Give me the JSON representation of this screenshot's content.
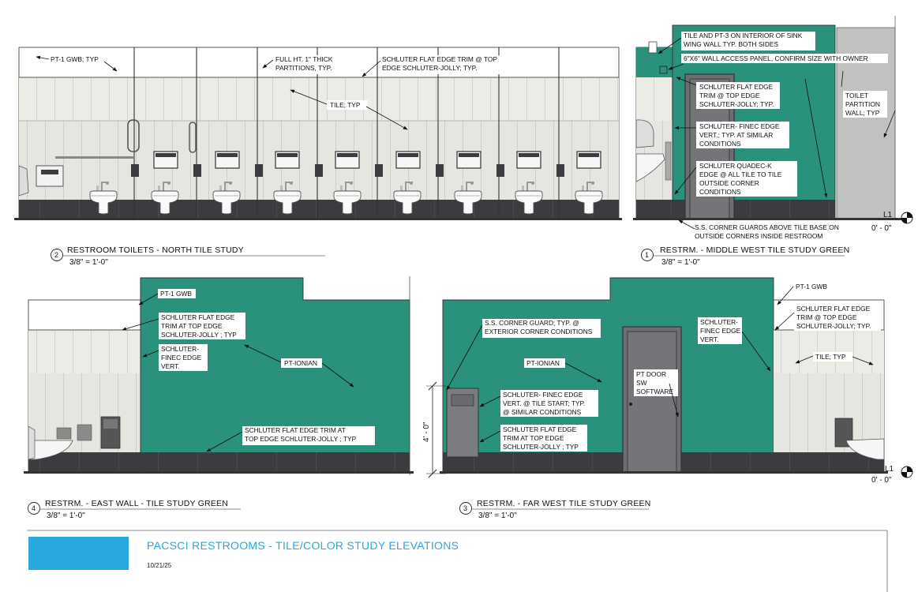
{
  "colors": {
    "green": "#2a917c",
    "tile": "#ecebe6",
    "base": "#3b3c40",
    "grout": "#a5a5a0",
    "accent": "#2aa7dc"
  },
  "views": {
    "v2": {
      "number": "2",
      "title": "RESTROOM  TOILETS - NORTH TILE STUDY",
      "scale": "3/8\" = 1'-0\""
    },
    "v1": {
      "number": "1",
      "title": "RESTRM. - MIDDLE WEST TILE STUDY GREEN",
      "scale": "3/8\" = 1'-0\""
    },
    "v4": {
      "number": "4",
      "title": "RESTRM. - EAST WALL - TILE STUDY GREEN",
      "scale": "3/8\" = 1'-0\""
    },
    "v3": {
      "number": "3",
      "title": "RESTRM. - FAR WEST TILE STUDY GREEN",
      "scale": "3/8\" = 1'-0\""
    }
  },
  "notes": {
    "v2": {
      "pt1": "PT-1 GWB; TYP",
      "partitions": [
        "FULL HT. 1\" THICK",
        "PARTITIONS, TYP."
      ],
      "trim": [
        "SCHLUTER FLAT EDGE TRIM @ TOP",
        "EDGE SCHLUTER-JOLLY; TYP."
      ],
      "tile": "TILE; TYP"
    },
    "v1": {
      "tile_pt3": [
        "TILE AND PT-3 ON INTERIOR OF SINK",
        "WING WALL TYP. BOTH SIDES"
      ],
      "access": "6\"X6\" WALL ACCESS PANEL, CONFIRM SIZE WITH OWNER",
      "flat": [
        "SCHLUTER FLAT EDGE",
        "TRIM @ TOP EDGE",
        "SCHLUTER-JOLLY; TYP."
      ],
      "finec": [
        "SCHLUTER- FINEC EDGE",
        "VERT.; TYP. AT SIMILAR",
        "CONDITIONS"
      ],
      "quadec": [
        "SCHLUTER QUADEC-K",
        "EDGE @ ALL TILE TO TILE",
        "OUTSIDE CORNER",
        "CONDITIONS"
      ],
      "partition": [
        "TOILET",
        "PARTITION",
        "WALL; TYP"
      ],
      "corner": [
        "S.S. CORNER GUARDS ABOVE TILE BASE ON",
        "OUTSIDE CORNERS INSIDE RESTROOM"
      ],
      "level": "L1",
      "elev": "0' - 0\""
    },
    "v4": {
      "pt1": "PT-1 GWB",
      "flat": [
        "SCHLUTER FLAT EDGE",
        "TRIM AT TOP EDGE",
        "SCHLUTER-JOLLY ; TYP"
      ],
      "finec": [
        "SCHLUTER-",
        "FINEC EDGE",
        "VERT."
      ],
      "ionian": "PT-IONIAN",
      "base_trim": [
        "SCHLUTER FLAT EDGE TRIM AT",
        "TOP EDGE SCHLUTER-JOLLY ; TYP"
      ]
    },
    "v3": {
      "guard": [
        "S.S. CORNER GUARD; TYP. @",
        "EXTERIOR CORNER CONDITIONS"
      ],
      "ionian": "PT-IONIAN",
      "finec_mid": [
        "SCHLUTER- FINEC EDGE",
        "VERT. @ TILE START; TYP.",
        "@ SIMILAR CONDITIONS"
      ],
      "flat_mid": [
        "SCHLUTER FLAT EDGE",
        "TRIM AT TOP EDGE",
        "SCHLUTER-JOLLY ; TYP"
      ],
      "door": [
        "PT DOOR",
        "SW",
        "SOFTWARE"
      ],
      "finec_right": [
        "SCHLUTER-",
        "FINEC EDGE",
        "VERT."
      ],
      "pt1": "PT-1 GWB",
      "flat_right": [
        "SCHLUTER FLAT EDGE",
        "TRIM @ TOP EDGE",
        "SCHLUTER-JOLLY; TYP."
      ],
      "tile": "TILE; TYP",
      "dim": "4' - 0\"",
      "level": "L1",
      "elev": "0' - 0\""
    }
  },
  "sheet": {
    "title": "PACSCI RESTROOMS - TILE/COLOR STUDY ELEVATIONS",
    "date": "10/21/25"
  }
}
